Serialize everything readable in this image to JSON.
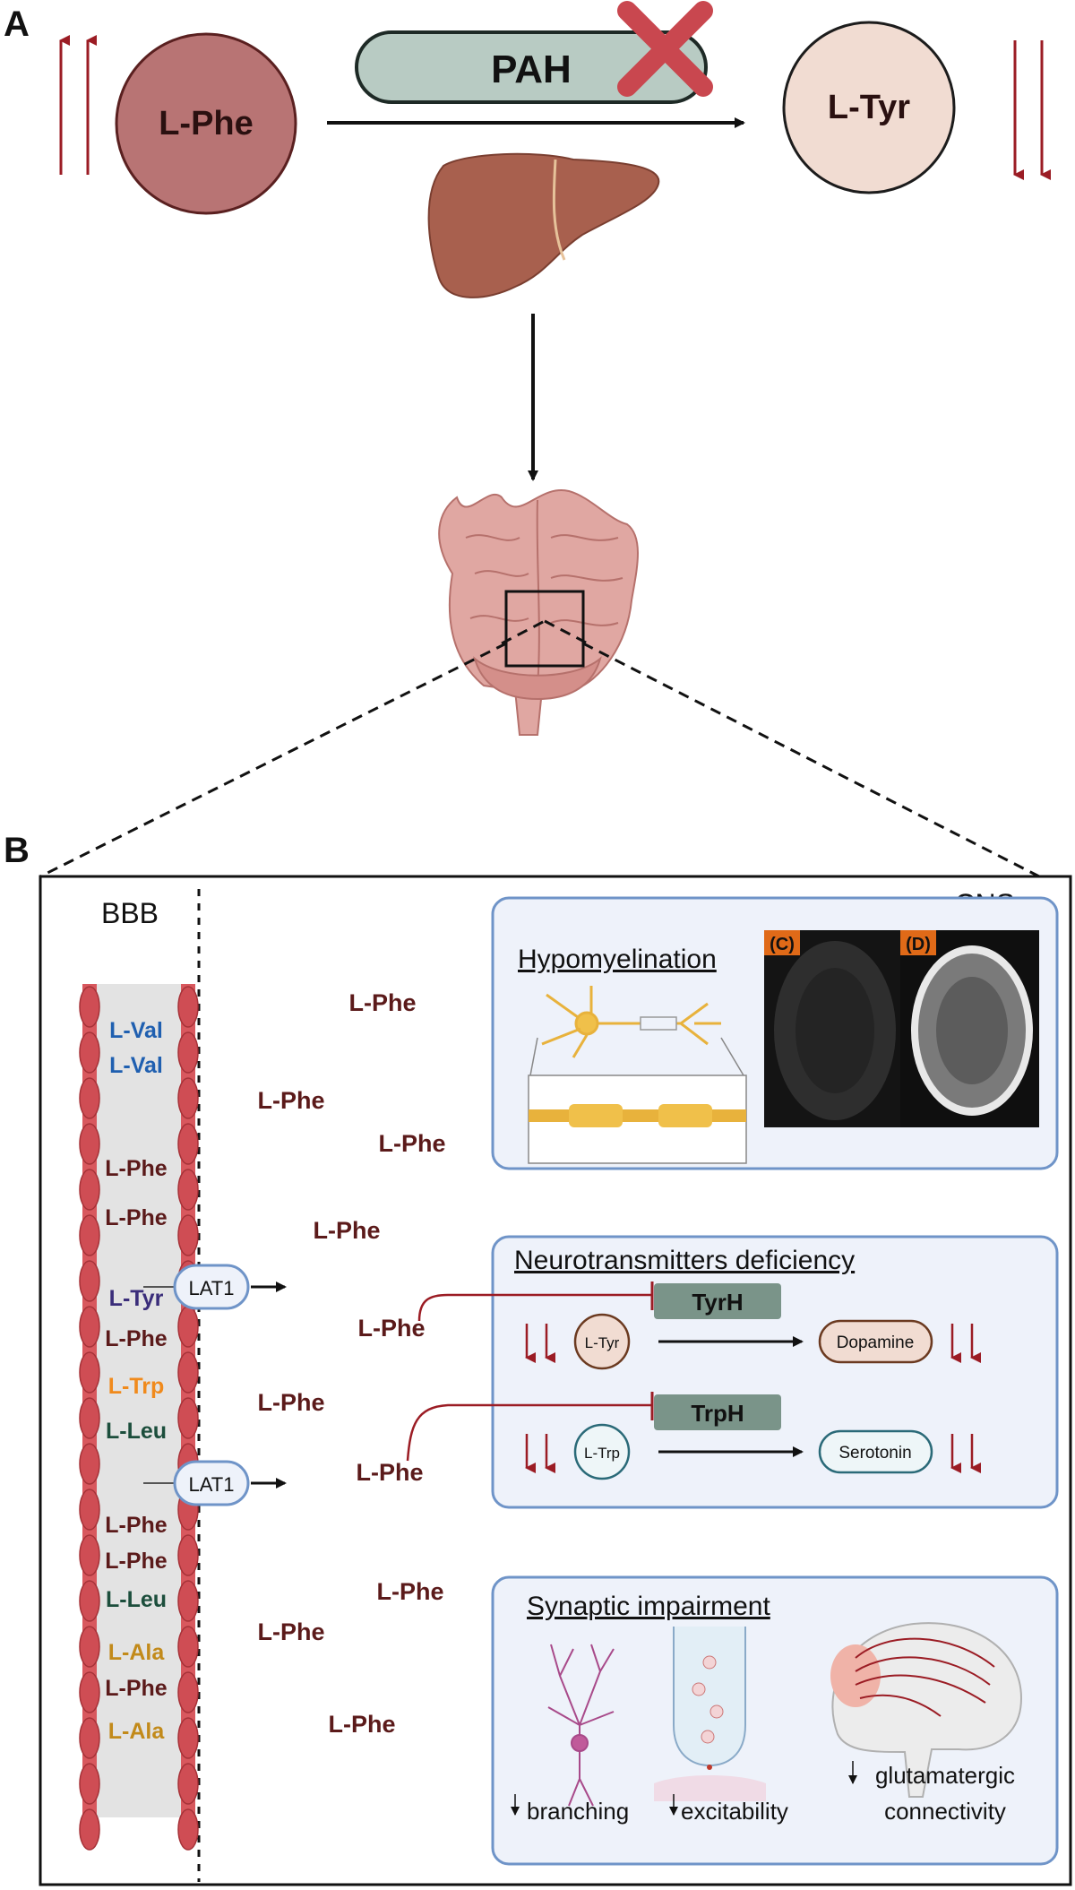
{
  "panels": {
    "a_label": "A",
    "b_label": "B"
  },
  "top": {
    "substrate": "L-Phe",
    "enzyme": "PAH",
    "product": "L-Tyr"
  },
  "bbb": {
    "title": "BBB",
    "amino_acids": [
      {
        "name": "L-Val",
        "color": "#1f5fb0"
      },
      {
        "name": "L-Val",
        "color": "#1f5fb0"
      },
      {
        "name": "L-Phe",
        "color": "#5b1a1a"
      },
      {
        "name": "L-Phe",
        "color": "#5b1a1a"
      },
      {
        "name": "L-Tyr",
        "color": "#3a2d7a"
      },
      {
        "name": "L-Phe",
        "color": "#5b1a1a"
      },
      {
        "name": "L-Trp",
        "color": "#f08a1c"
      },
      {
        "name": "L-Leu",
        "color": "#1c4e3c"
      },
      {
        "name": "L-Phe",
        "color": "#5b1a1a"
      },
      {
        "name": "L-Phe",
        "color": "#5b1a1a"
      },
      {
        "name": "L-Leu",
        "color": "#1c4e3c"
      },
      {
        "name": "L-Ala",
        "color": "#c28a1a"
      },
      {
        "name": "L-Phe",
        "color": "#5b1a1a"
      },
      {
        "name": "L-Ala",
        "color": "#c28a1a"
      }
    ],
    "transporter": "LAT1"
  },
  "cns": {
    "title": "CNS",
    "phe_label": "L-Phe",
    "phe_color": "#5b1a1a",
    "hypomyelination": {
      "title": "Hypomyelination",
      "scan_c": "(C)",
      "scan_d": "(D)"
    },
    "neurotransmitters": {
      "title": "Neurotransmitters deficiency",
      "enzyme1": "TyrH",
      "enzyme2": "TrpH",
      "sub1": "L-Tyr",
      "sub2": "L-Trp",
      "prod1": "Dopamine",
      "prod2": "Serotonin"
    },
    "synaptic": {
      "title": "Synaptic impairment",
      "effect1": "branching",
      "effect2": "excitability",
      "effect3_line1": "glutamatergic",
      "effect3_line2": "connectivity"
    }
  },
  "colors": {
    "accent_red": "#9b1c24",
    "circle_phe": "#b87474",
    "circle_tyr": "#f1dcd2",
    "enzyme_fill": "#b8cbc3",
    "panel_fill": "#eef2fa",
    "panel_stroke": "#6f94c8",
    "enzyme_box": "#7a9489",
    "liver": "#a8604e",
    "brain": "#e0a7a2"
  }
}
